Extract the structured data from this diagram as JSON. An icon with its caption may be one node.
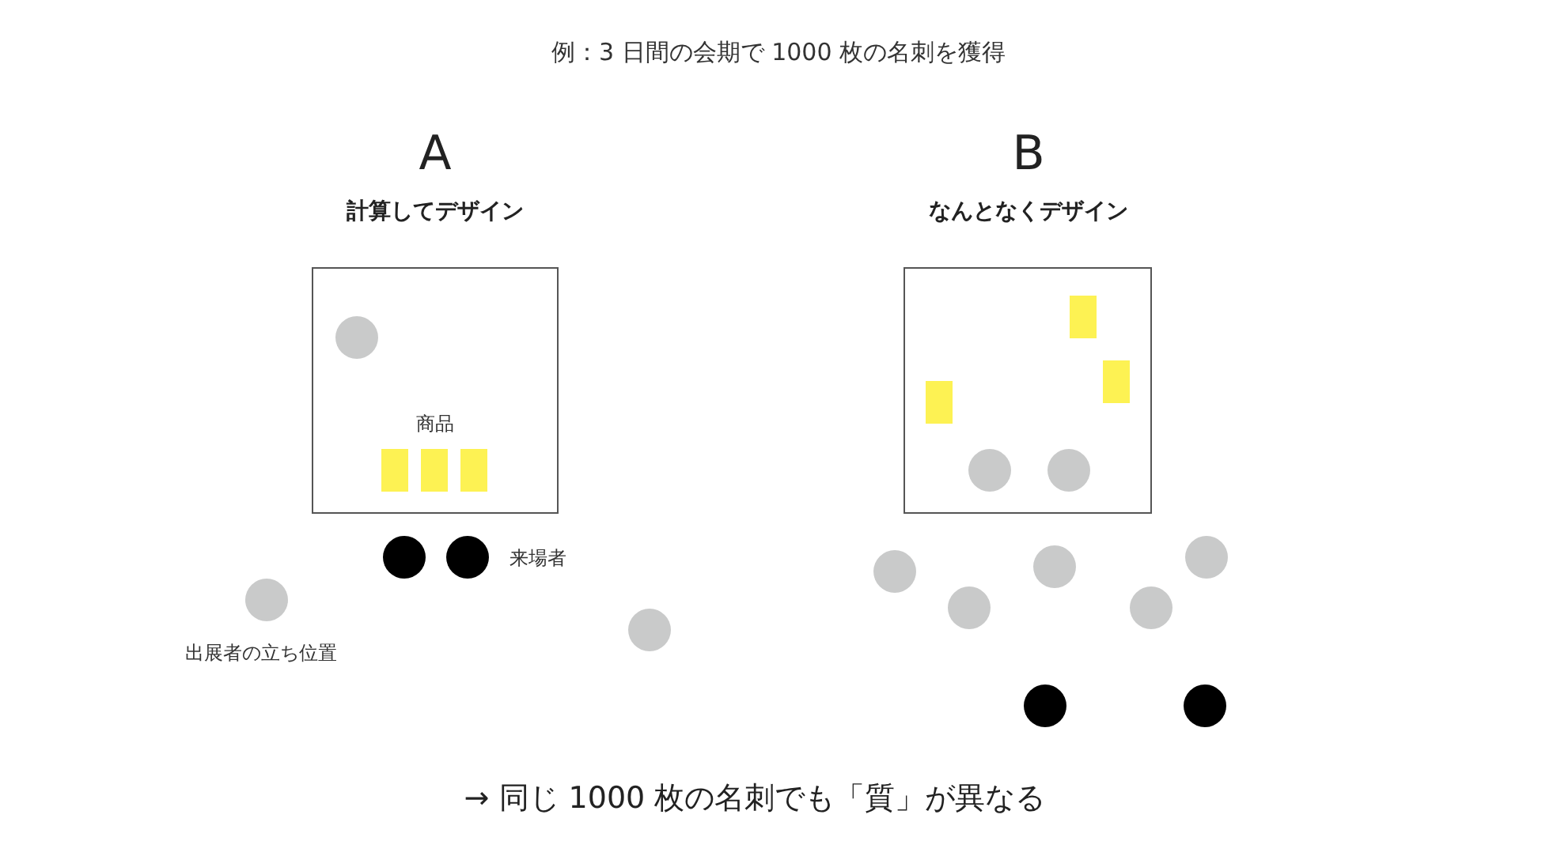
{
  "diagram": {
    "title": "例：3 日間の会期で 1000 枚の名刺を獲得",
    "caption": "→ 同じ 1000 枚の名刺でも「質」が異なる",
    "nodes": [
      {
        "text": [
          "A",
          "計算してデザイン"
        ]
      },
      {
        "text": [
          "B",
          "なんとなくデザイン"
        ]
      }
    ],
    "labels": [
      "商品",
      "来場者",
      "出展者の立ち位置"
    ]
  }
}
